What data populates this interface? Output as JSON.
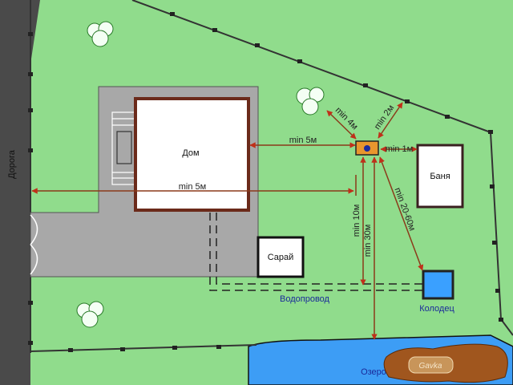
{
  "labels": {
    "road": "Дорога",
    "house": "Дом",
    "sauna": "Баня",
    "shed": "Сарай",
    "well": "Колодец",
    "water_pipe": "Водопровод",
    "lake": "Озеро"
  },
  "distances": {
    "house_to_septic": "min 5м",
    "road_to_septic": "min 5м",
    "septic_to_sauna": "min 1м",
    "septic_to_tree": "min 4м",
    "septic_to_fence": "min 2м",
    "septic_to_pipe": "min 10м",
    "septic_to_lake": "min 30м",
    "septic_to_well": "min 20-60м"
  },
  "logo_text": "Gavka",
  "colors": {
    "grass": "#90dc8c",
    "road": "#4a4a4a",
    "paving": "#a8a8a8",
    "house_wall": "#6b2a1a",
    "septic": "#e8962e",
    "water": "#3d9df5",
    "dim_line": "#8b3a1a"
  }
}
